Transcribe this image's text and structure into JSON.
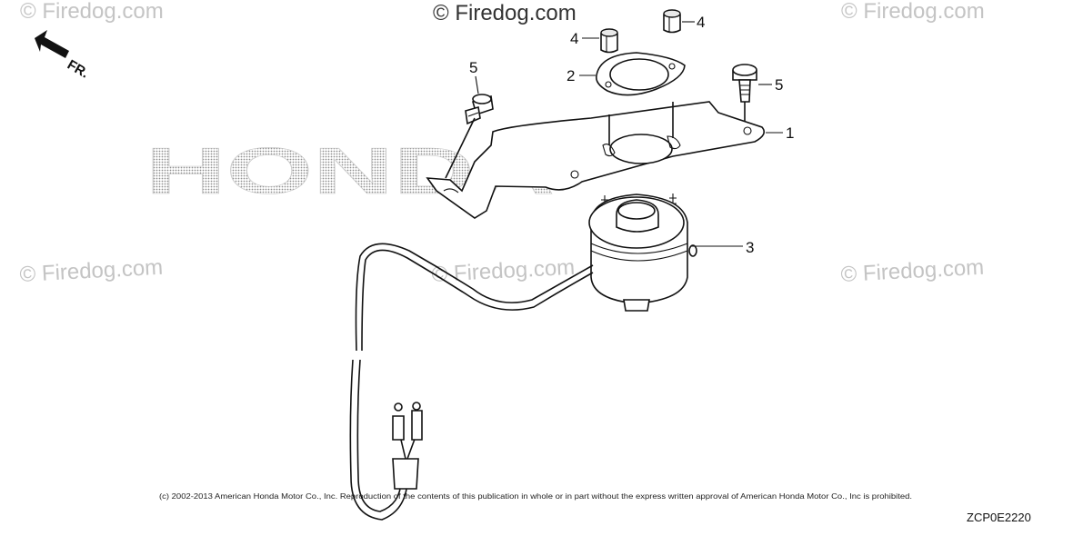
{
  "watermarks": {
    "top_center": "© Firedog.com",
    "top_left": "© Firedog.com",
    "top_right": "© Firedog.com",
    "mid_left": "© Firedog.com",
    "mid_center": "© Firedog.com",
    "mid_right": "© Firedog.com"
  },
  "brand_logo": "HONDA",
  "direction_label": "FR.",
  "callouts": {
    "bracket": "1",
    "gasket": "2",
    "motor": "3",
    "nut_left": "4",
    "nut_right": "4",
    "bolt_left": "5",
    "bolt_right": "5"
  },
  "copyright_text": "(c) 2002-2013 American Honda Motor Co., Inc. Reproduction of the contents of this publication in whole or in part without the express written approval of American Honda Motor Co., Inc is prohibited.",
  "diagram_code": "ZCP0E2220",
  "colors": {
    "line": "#111111",
    "watermark": "#c4c4c4",
    "logo_dots": "#9a9a9a"
  }
}
